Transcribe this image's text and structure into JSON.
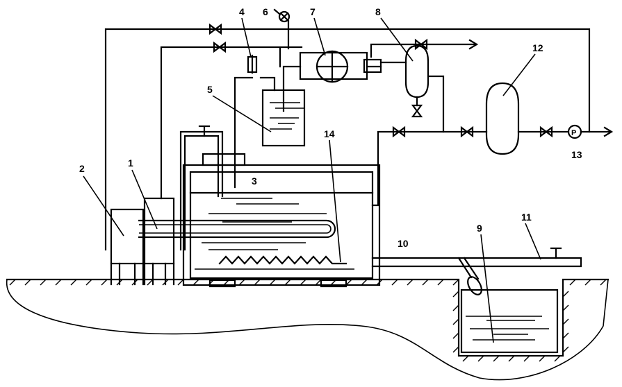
{
  "labels": {
    "l1": "1",
    "l2": "2",
    "l3": "3",
    "l4": "4",
    "l5": "5",
    "l6": "6",
    "l7": "7",
    "l8": "8",
    "l9": "9",
    "l10": "10",
    "l11": "11",
    "l12": "12",
    "l13": "13",
    "l14": "14",
    "pump_letter": "P"
  },
  "colors": {
    "ink": "#000000",
    "paper": "#ffffff"
  }
}
